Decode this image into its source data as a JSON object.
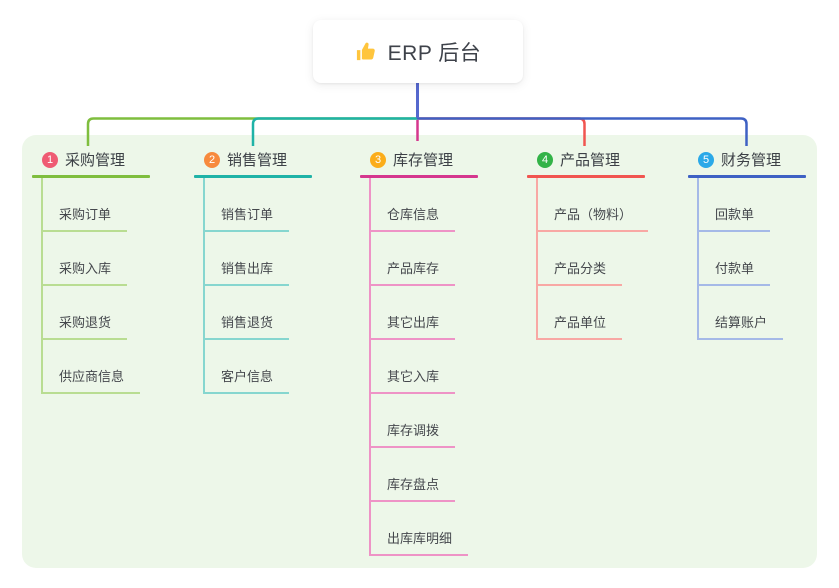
{
  "canvas": {
    "panel_bg": "#edf7e9"
  },
  "root": {
    "label": "ERP 后台",
    "icon": "thumbs-up-icon",
    "icon_color": "#ffc53d",
    "line_color": "#5568ce"
  },
  "branches": [
    {
      "index": "1",
      "label": "采购管理",
      "color": "#7fbe3e",
      "light": "#b9dd92",
      "badge": "#ef5b73",
      "children": [
        "采购订单",
        "采购入库",
        "采购退货",
        "供应商信息"
      ]
    },
    {
      "index": "2",
      "label": "销售管理",
      "color": "#1fb3a7",
      "light": "#86d6cf",
      "badge": "#f78a3d",
      "children": [
        "销售订单",
        "销售出库",
        "销售退货",
        "客户信息"
      ]
    },
    {
      "index": "3",
      "label": "库存管理",
      "color": "#d5378e",
      "light": "#ee93c6",
      "badge": "#fbad1a",
      "children": [
        "仓库信息",
        "产品库存",
        "其它出库",
        "其它入库",
        "库存调拨",
        "库存盘点",
        "出库库明细"
      ]
    },
    {
      "index": "4",
      "label": "产品管理",
      "color": "#f15550",
      "light": "#f8a8a4",
      "badge": "#33b348",
      "children": [
        "产品（物料）",
        "产品分类",
        "产品单位"
      ]
    },
    {
      "index": "5",
      "label": "财务管理",
      "color": "#3e61c4",
      "light": "#a5b9e7",
      "badge": "#2ba9e8",
      "children": [
        "回款单",
        "付款单",
        "结算账户"
      ]
    }
  ]
}
